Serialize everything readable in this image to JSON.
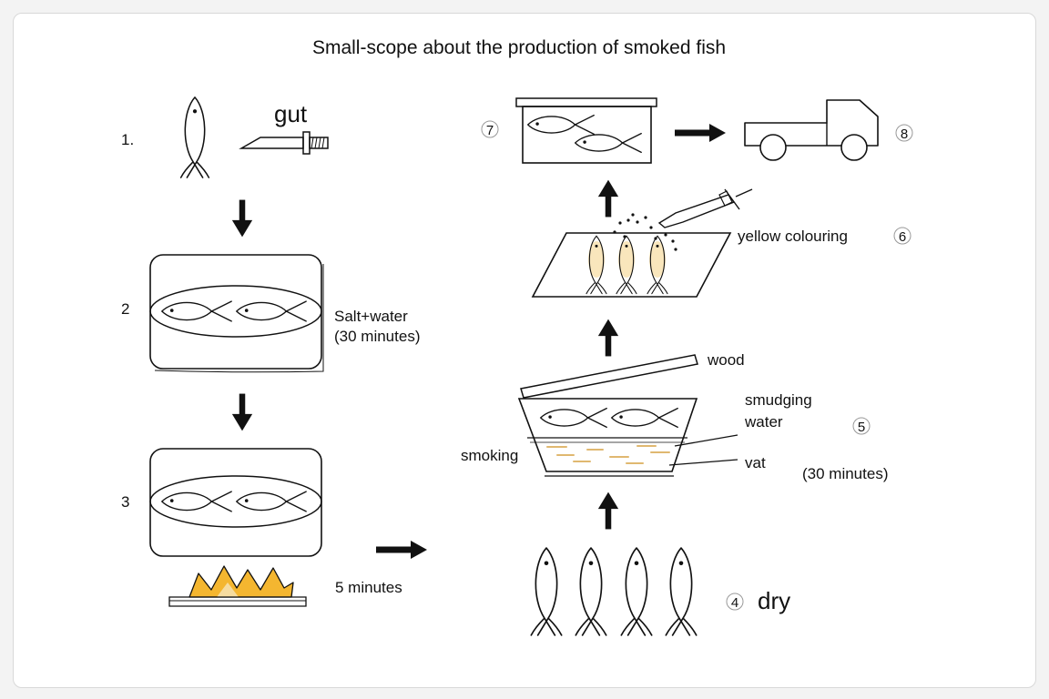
{
  "title": "Small-scope about the production of smoked fish",
  "steps": {
    "s1": {
      "number": "1.",
      "label": "gut"
    },
    "s2": {
      "number": "2",
      "label_line1": "Salt+water",
      "label_line2": "(30 minutes)"
    },
    "s3": {
      "number": "3",
      "label": "5 minutes"
    },
    "s4": {
      "number": "4",
      "label": "dry"
    },
    "s5": {
      "number": "5",
      "label_wood": "wood",
      "label_smudging_line1": "smudging",
      "label_smudging_line2": "water",
      "label_smoking": "smoking",
      "label_vat": "vat",
      "label_time": "(30 minutes)"
    },
    "s6": {
      "number": "6",
      "label": "yellow colouring"
    },
    "s7": {
      "number": "7"
    },
    "s8": {
      "number": "8"
    }
  },
  "colors": {
    "stroke": "#111111",
    "fire": "#f4b630",
    "tint": "#f6dca0",
    "card_border": "#d8d8d8"
  }
}
